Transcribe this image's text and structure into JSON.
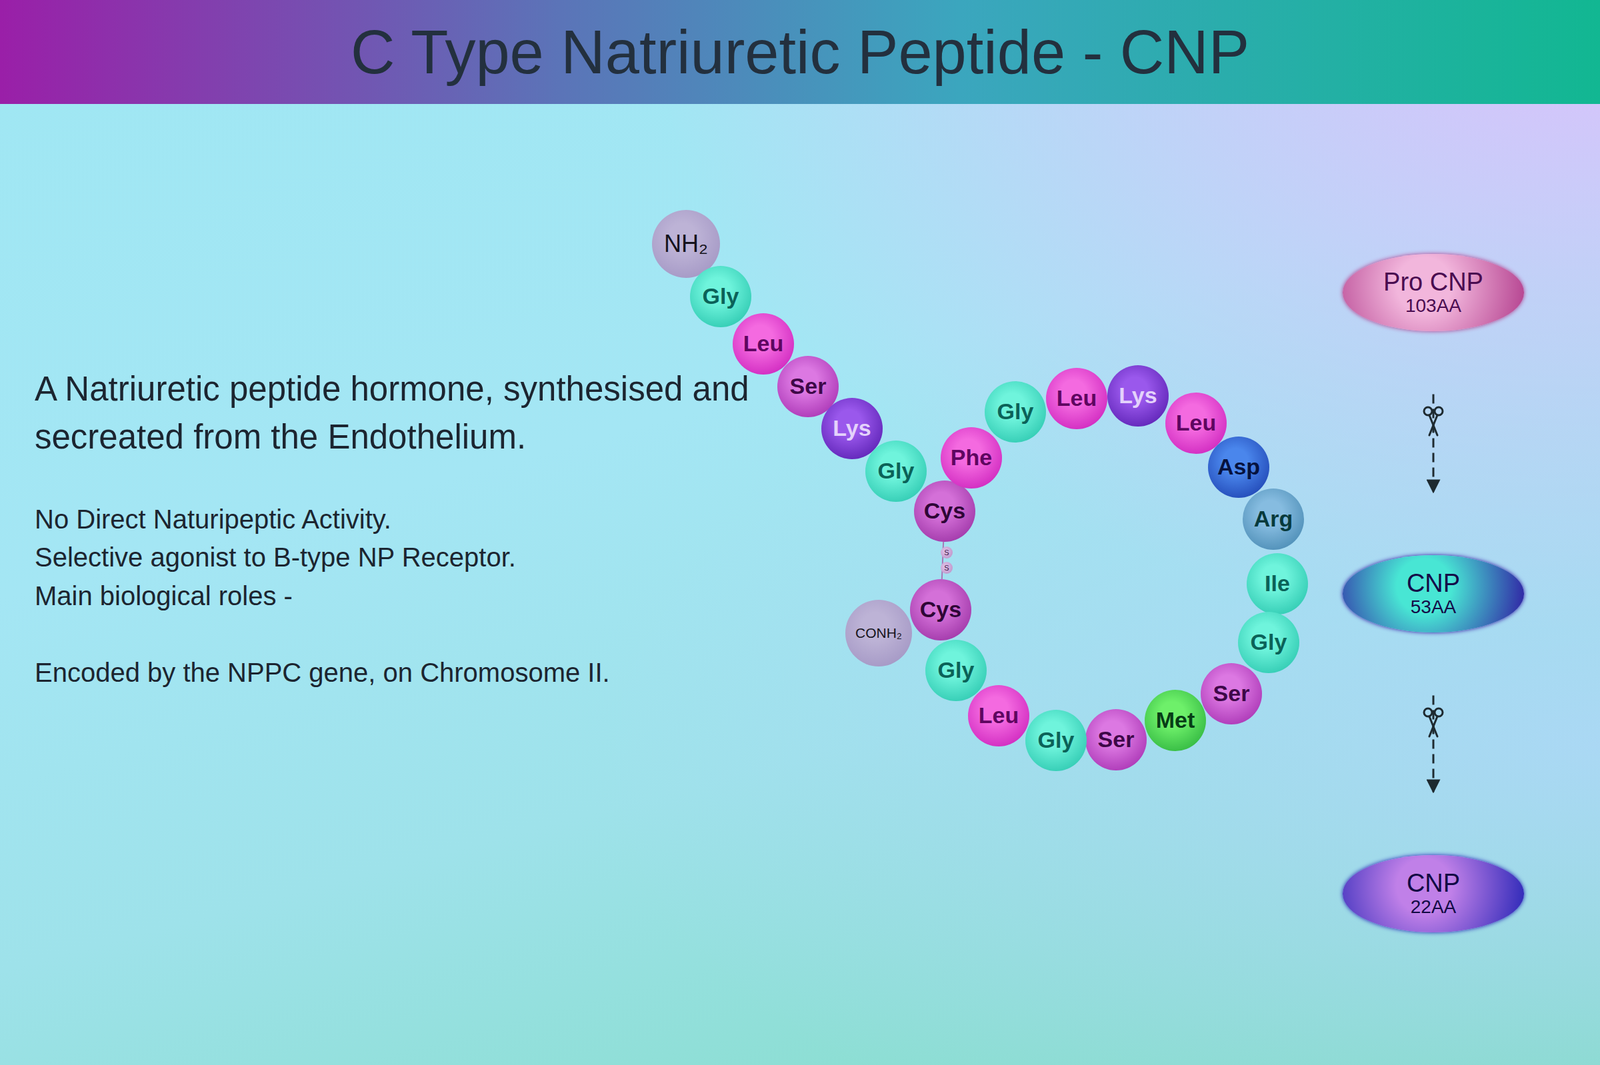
{
  "diagram": {
    "title": "C Type Natriuretic Peptide - CNP",
    "nodes": [
      {
        "text": [
          "NH₂"
        ]
      },
      {
        "text": [
          "Gly"
        ]
      },
      {
        "text": [
          "Leu"
        ]
      },
      {
        "text": [
          "Ser"
        ]
      },
      {
        "text": [
          "Lys"
        ]
      },
      {
        "text": [
          "Gly"
        ]
      },
      {
        "text": [
          "Cys"
        ]
      },
      {
        "text": [
          "Phe"
        ]
      },
      {
        "text": [
          "Gly"
        ]
      },
      {
        "text": [
          "Leu"
        ]
      },
      {
        "text": [
          "Lys"
        ]
      },
      {
        "text": [
          "Leu"
        ]
      },
      {
        "text": [
          "Asp"
        ]
      },
      {
        "text": [
          "Arg"
        ]
      },
      {
        "text": [
          "Ile"
        ]
      },
      {
        "text": [
          "Gly"
        ]
      },
      {
        "text": [
          "Ser"
        ]
      },
      {
        "text": [
          "Met"
        ]
      },
      {
        "text": [
          "Ser"
        ]
      },
      {
        "text": [
          "Gly"
        ]
      },
      {
        "text": [
          "Leu"
        ]
      },
      {
        "text": [
          "Gly"
        ]
      },
      {
        "text": [
          "Cys"
        ]
      },
      {
        "text": [
          "CONH₂"
        ]
      },
      {
        "text": [
          "Pro CNP",
          "103AA"
        ]
      },
      {
        "text": [
          "CNP",
          "53AA"
        ]
      },
      {
        "text": [
          "CNP",
          "22AA"
        ]
      }
    ],
    "edges": [
      {
        "from": 6,
        "to": 22,
        "arrow": "none"
      },
      {
        "from": 24,
        "to": 25,
        "arrow": "to"
      },
      {
        "from": 25,
        "to": 26,
        "arrow": "to"
      }
    ],
    "labels": [
      "A Natriuretic peptide hormone, synthesised and secreated from the Endothelium.",
      "No Direct Naturipeptic Activity.",
      "Selective agonist to B-type NP Receptor.",
      "Main biological roles -",
      "Encoded by the NPPC gene, on Chromosome II.",
      "S",
      "S"
    ]
  }
}
